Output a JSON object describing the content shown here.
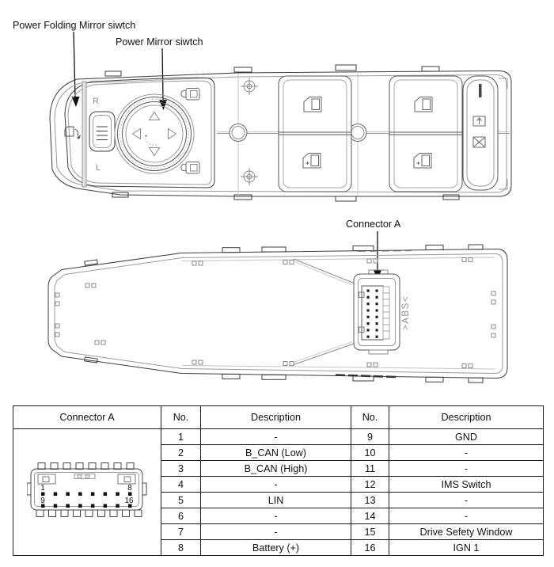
{
  "annotations": {
    "power_folding_label": "Power Folding Mirror siwtch",
    "power_mirror_label": "Power Mirror siwtch",
    "connector_a_label": "Connector A"
  },
  "top_view": {
    "r_marking": "R",
    "l_marking": "L"
  },
  "back_view": {
    "abs_marking": ">ABS<"
  },
  "pinout": {
    "pin_top_left": "1",
    "pin_top_right": "8",
    "pin_bottom_left": "9",
    "pin_bottom_right": "16"
  },
  "table": {
    "headers": [
      "Connector A",
      "No.",
      "Description",
      "No.",
      "Description"
    ],
    "rows": [
      {
        "no_left": "1",
        "desc_left": "-",
        "no_right": "9",
        "desc_right": "GND"
      },
      {
        "no_left": "2",
        "desc_left": "B_CAN (Low)",
        "no_right": "10",
        "desc_right": "-"
      },
      {
        "no_left": "3",
        "desc_left": "B_CAN (High)",
        "no_right": "11",
        "desc_right": "-"
      },
      {
        "no_left": "4",
        "desc_left": "-",
        "no_right": "12",
        "desc_right": "IMS Switch"
      },
      {
        "no_left": "5",
        "desc_left": "LIN",
        "no_right": "13",
        "desc_right": "-"
      },
      {
        "no_left": "6",
        "desc_left": "-",
        "no_right": "14",
        "desc_right": "-"
      },
      {
        "no_left": "7",
        "desc_left": "-",
        "no_right": "15",
        "desc_right": "Drive Sefety Window"
      },
      {
        "no_left": "8",
        "desc_left": "Battery (+)",
        "no_right": "16",
        "desc_right": "IGN 1"
      }
    ]
  },
  "colors": {
    "line": "#3c3c3c",
    "line_light": "#9a9a9a",
    "text": "#111111",
    "background": "#ffffff"
  }
}
